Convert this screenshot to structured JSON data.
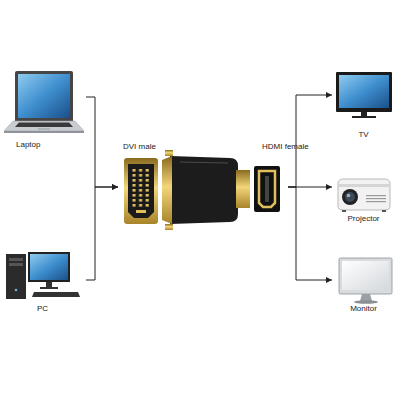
{
  "diagram": {
    "nodes": [
      {
        "text": [
          "Laptop"
        ]
      },
      {
        "text": [
          "PC"
        ]
      },
      {
        "text": [
          "DVI male"
        ]
      },
      {
        "text": [
          "HDMI female"
        ]
      },
      {
        "text": [
          "TV"
        ]
      },
      {
        "text": [
          "Projector"
        ]
      },
      {
        "text": [
          "Monitor"
        ]
      }
    ],
    "edges": [
      {
        "from": 0,
        "to": 2,
        "arrow": "to"
      },
      {
        "from": 1,
        "to": 2,
        "arrow": "to"
      },
      {
        "from": 3,
        "to": 4,
        "arrow": "to"
      },
      {
        "from": 3,
        "to": 5,
        "arrow": "to"
      },
      {
        "from": 3,
        "to": 6,
        "arrow": "to"
      }
    ]
  }
}
